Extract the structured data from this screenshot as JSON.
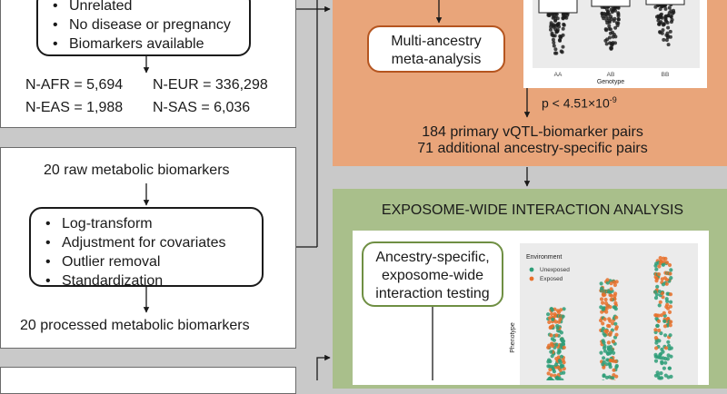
{
  "left": {
    "top_list": [
      "Unrelated",
      "No disease or pregnancy",
      "Biomarkers available"
    ],
    "counts": {
      "afr": "N-AFR = 5,694",
      "eur": "N-EUR = 336,298",
      "eas": "N-EAS = 1,988",
      "sas": "N-SAS = 6,036"
    },
    "raw_title": "20 raw metabolic biomarkers",
    "steps": [
      "Log-transform",
      "Adjustment for covariates",
      "Outlier removal",
      "Standardization"
    ],
    "processed": "20 processed metabolic biomarkers"
  },
  "top_right": {
    "meta_label": "Multi-ancestry meta-analysis",
    "pvalue": "p < 4.51×10",
    "pvalue_exp": "-9",
    "pairs1": "184 primary vQTL-biomarker pairs",
    "pairs2": "71 additional ancestry-specific pairs",
    "genotype_ticks": [
      "AA",
      "AB",
      "BB"
    ],
    "genotype_label": "Genotype"
  },
  "exposome": {
    "title": "EXPOSOME-WIDE INTERACTION ANALYSIS",
    "box_label": "Ancestry-specific, exposome-wide interaction testing",
    "legend_title": "Environment",
    "legend_items": [
      {
        "label": "Unexposed",
        "color": "#2e9e78"
      },
      {
        "label": "Exposed",
        "color": "#e8702a"
      }
    ],
    "ylabel": "Phenotype"
  },
  "colors": {
    "orange_bg": "#e9a57a",
    "green_bg": "#a9bf8b",
    "orange_border": "#b5551f",
    "green_border": "#6f8f43"
  }
}
